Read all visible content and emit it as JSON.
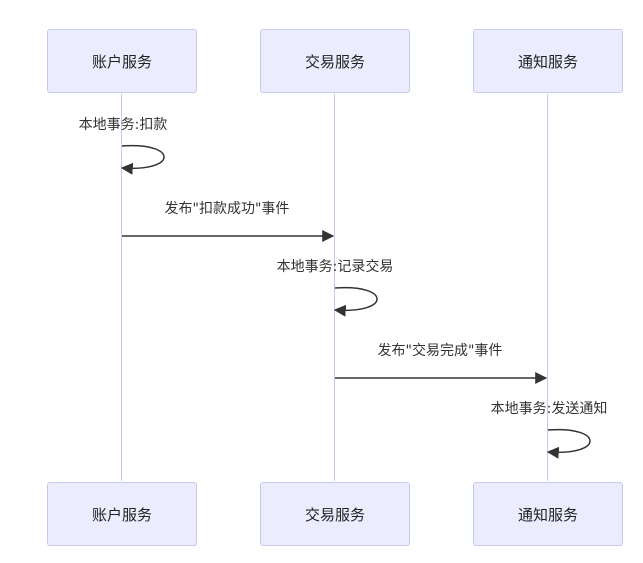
{
  "participants": [
    {
      "id": "account",
      "label": "账户服务"
    },
    {
      "id": "trade",
      "label": "交易服务"
    },
    {
      "id": "notify",
      "label": "通知服务"
    }
  ],
  "messages": [
    {
      "from": "account",
      "to": "account",
      "label": "本地事务:扣款"
    },
    {
      "from": "account",
      "to": "trade",
      "label": "发布\"扣款成功\"事件"
    },
    {
      "from": "trade",
      "to": "trade",
      "label": "本地事务:记录交易"
    },
    {
      "from": "trade",
      "to": "notify",
      "label": "发布\"交易完成\"事件"
    },
    {
      "from": "notify",
      "to": "notify",
      "label": "本地事务:发送通知"
    }
  ],
  "colors": {
    "box_fill": "#ECECFF",
    "box_border": "#C9C9EE",
    "lifeline": "#C9C9EE",
    "arrow": "#333333"
  }
}
